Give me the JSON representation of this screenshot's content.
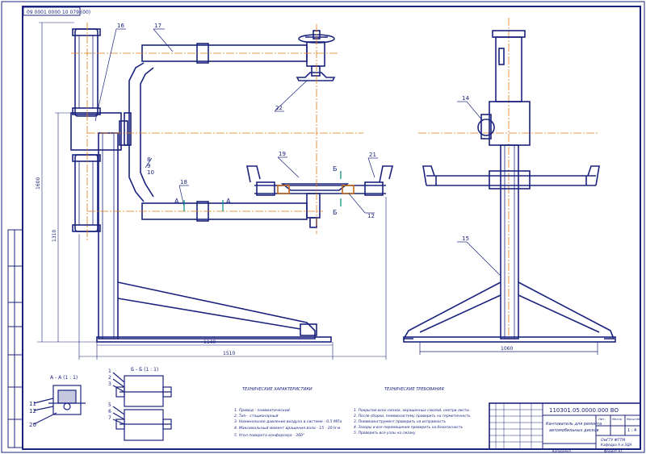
{
  "sheet": {
    "top_stamp": "09 0001 0000 10 079 (00)",
    "side_stamp_labels": [
      "",
      "",
      "",
      ""
    ]
  },
  "front_view": {
    "callouts": {
      "c16": "16",
      "c17": "17",
      "c22": "22",
      "c19": "19",
      "c21": "21",
      "c18": "18",
      "c8": "8",
      "c9": "9",
      "c10": "10",
      "c12": "12",
      "sec_a1": "A",
      "sec_a2": "A",
      "sec_b1": "Б",
      "sec_b2": "Б"
    },
    "dims": {
      "total_height": "1600",
      "pillar_height": "1310",
      "base_width": "1140",
      "overall_width": "1510"
    }
  },
  "side_view": {
    "callouts": {
      "c14": "14",
      "c15": "15"
    },
    "dims": {
      "width": "1060"
    }
  },
  "section_aa": {
    "title": "А - А (1 : 1)",
    "callouts": [
      "11",
      "12",
      "20"
    ]
  },
  "section_bb": {
    "title": "Б - Б (1 : 1)",
    "callouts_top": [
      "1",
      "2",
      "3"
    ],
    "callouts_bottom": [
      "5",
      "6",
      "7"
    ]
  },
  "tech_char": {
    "title": "ТЕХНИЧЕСКИЕ ХАРАКТЕРИСТИКИ",
    "lines": [
      "1. Привод - пневматический",
      "2. Тип - стационарный",
      "3. Номинальное давление воздуха в системе - 0.5 МПа",
      "4. Максимальный момент вращения вала - 15 - 20 Н·м",
      "5. Угол поворота конфорсера - 360°"
    ]
  },
  "tech_req": {
    "title": "ТЕХНИЧЕСКИЕ ТРЕБОВАНИЯ",
    "lines": [
      "1. Покрытие всех смазок, окрашенных смолой, смотри листы",
      "2. После сборки, пневмосистему проверить на герметичность",
      "3. Пневмоинструмент проверить на исправность",
      "4. Зазоры и все перемещения проверить на безопасность",
      "5. Проверить все узлы на смазку"
    ]
  },
  "title_block": {
    "doc_code": "110301.05.0000.000 ВО",
    "name": "Кантователь для ремонта",
    "name2": "автомобильных дисков",
    "org": "ОмГТУ ФТТМ",
    "org2": "Кафедра А и ЭДА",
    "sheet_label": "Лит.",
    "mass_label": "Масса",
    "scale_label": "Масштаб",
    "scale": "1 : 4",
    "copy_label": "Копировал",
    "format_label": "Формат  А1"
  }
}
